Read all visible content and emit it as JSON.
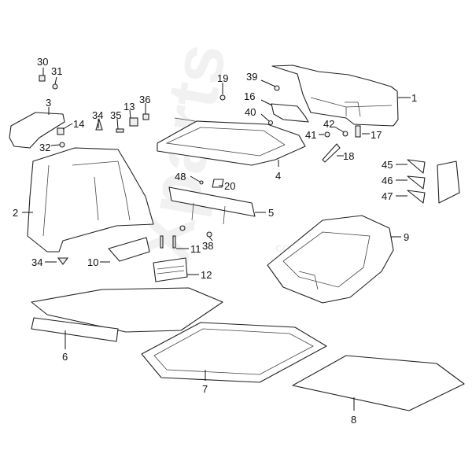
{
  "watermark": {
    "brand": "Xparts",
    "domain": "com.ua"
  },
  "callouts": [
    "1",
    "2",
    "3",
    "4",
    "5",
    "6",
    "7",
    "8",
    "9",
    "10",
    "11",
    "12",
    "13",
    "14",
    "16",
    "17",
    "18",
    "19",
    "20",
    "30",
    "31",
    "32",
    "34",
    "34",
    "35",
    "36",
    "38",
    "39",
    "40",
    "41",
    "42",
    "45",
    "46",
    "47",
    "48"
  ]
}
